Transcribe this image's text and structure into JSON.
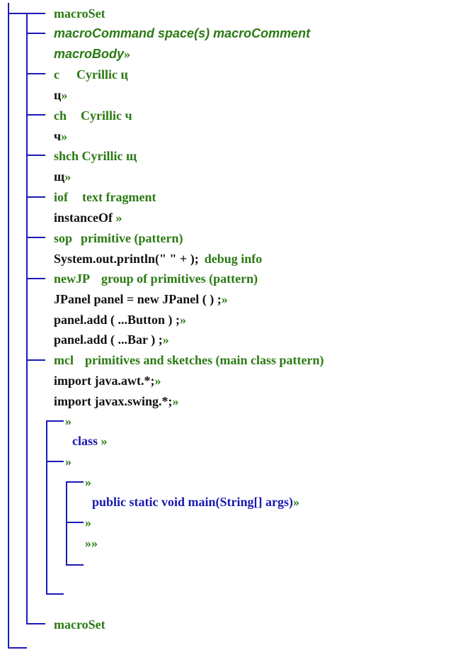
{
  "tree": {
    "macroset_open": "macroSet",
    "macro_def_header": "macroCommand space(s) macroComment",
    "macro_def_body": "macroBody",
    "macros": [
      {
        "cmd": "c",
        "comment": "Cyrillic ц",
        "body": "ц"
      },
      {
        "cmd": "ch",
        "comment": "Cyrillic ч",
        "body": "ч"
      },
      {
        "cmd": "shch",
        "comment": "Cyrillic щ",
        "body": "щ"
      },
      {
        "cmd": "iof",
        "comment": "text fragment",
        "body": "instanceOf"
      },
      {
        "cmd": "sop",
        "comment": "primitive (pattern)",
        "body": "System.out.println(\" \" + );",
        "body_note": "debug info"
      },
      {
        "cmd": "newJP",
        "comment": "group of primitives (pattern)",
        "body_lines": [
          "JPanel panel = new JPanel ( ) ;",
          "panel.add ( ...Button ) ;",
          "panel.add ( ...Bar ) ;"
        ]
      },
      {
        "cmd": "mcl",
        "comment": "primitives and sketches (main class pattern)",
        "body_lines": [
          "import java.awt.*;",
          "import javax.swing.*;"
        ]
      }
    ],
    "end_marker": "»",
    "class_block": {
      "open_marker": "»",
      "header": "class",
      "inner_marker": "»",
      "method_block": {
        "open_marker": "»",
        "header": "public static void main(String[] args)",
        "inner_marker": "»",
        "close_markers": "»»"
      }
    },
    "macroset_close": "macroSet"
  },
  "colors": {
    "green": "#2a7a12",
    "black": "#111111",
    "blue": "#1818b0",
    "line": "#1a1ab8"
  }
}
